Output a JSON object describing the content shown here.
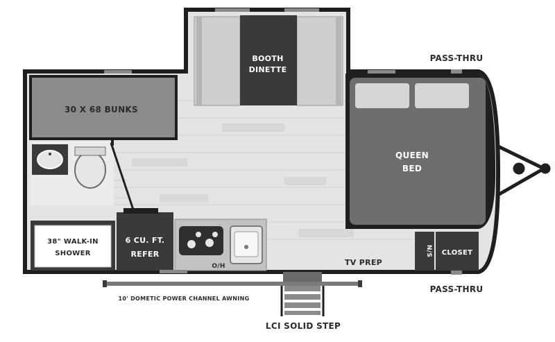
{
  "labels": {
    "booth_dinette_line1": "BOOTH",
    "booth_dinette_line2": "DINETTE",
    "bunks": "30 X 68 BUNKS",
    "queen_bed_line1": "QUEEN",
    "queen_bed_line2": "BED",
    "pass_thru_top": "PASS-THRU",
    "pass_thru_bottom": "PASS-THRU",
    "shower_line1": "38\" WALK-IN",
    "shower_line2": "SHOWER",
    "refer_line1": "6 CU. FT.",
    "refer_line2": "REFER",
    "oh": "O/H",
    "tv_prep": "TV PREP",
    "ns": "N/S",
    "closet": "CLOSET",
    "awning": "10' DOMETIC POWER CHANNEL AWNING",
    "step": "LCI SOLID STEP"
  },
  "colors": {
    "wall": "#1f1f1f",
    "floor": "#e6e6e6",
    "dark_fixture": "#3a3a3a",
    "mid_fixture": "#8c8c8c",
    "light_fixture": "#cfcfcf"
  }
}
